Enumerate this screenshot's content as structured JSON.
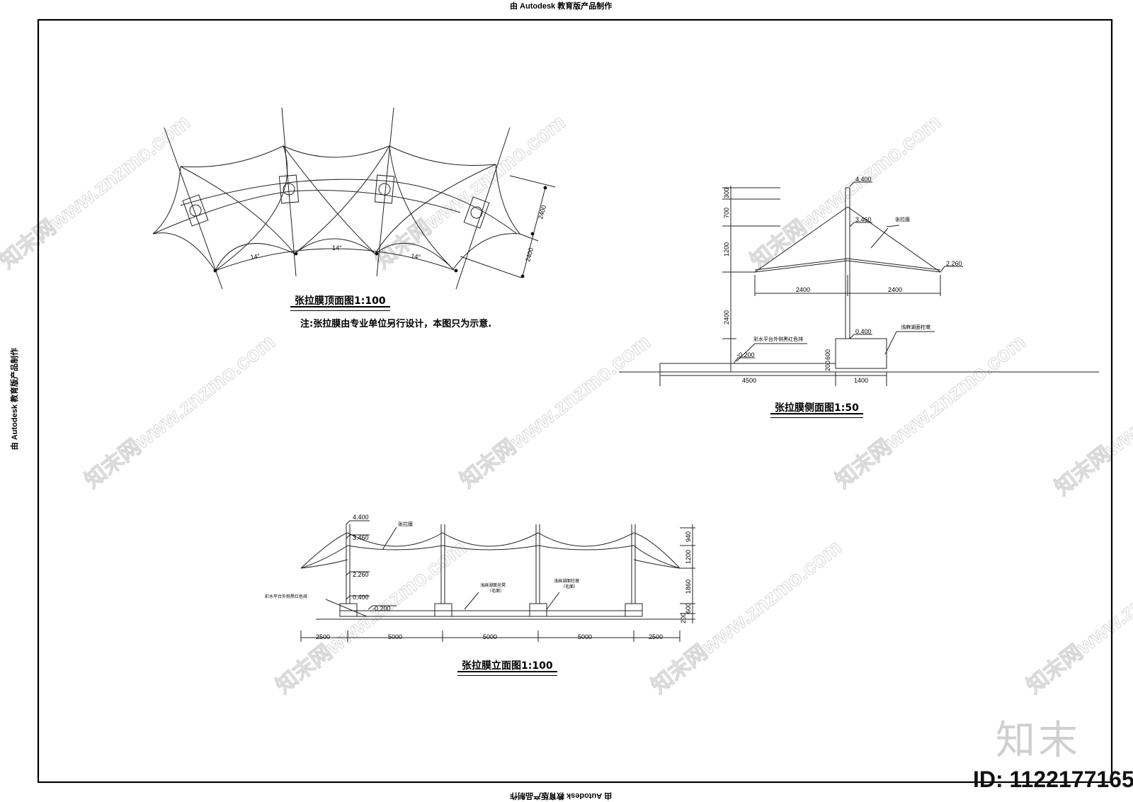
{
  "stamp": {
    "text": "由 Autodesk 教育版产品制作"
  },
  "plan": {
    "title": "张拉膜顶面图1:100",
    "note": "注:张拉膜由专业单位另行设计，本图只为示意.",
    "dims": {
      "span": "14°",
      "right1": "2400",
      "right2": "2400"
    }
  },
  "side": {
    "title": "张拉膜侧面图1:50",
    "elev_top": "4.400",
    "elev_mid": "3.460",
    "elev_edge": "2.260",
    "elev_base": "0.400",
    "elev_ground": "-0.200",
    "label_membrane": "张拉膜",
    "label_column": "浅麻湖面柱墩",
    "label_paving": "彩水平台外侧黑红色排",
    "v_dims": [
      "300",
      "700",
      "1200",
      "2400",
      "600",
      "200"
    ],
    "h_dims_top": [
      "2400",
      "2400"
    ],
    "h_dims_bottom": [
      "4500",
      "1400"
    ]
  },
  "elev": {
    "title": "张拉膜立面图1:100",
    "elev_top": "4.400",
    "elev_mid": "3.460",
    "elev_edge": "2.260",
    "elev_base": "0.400",
    "elev_ground": "-0.200",
    "label_membrane": "张拉膜",
    "label_paving": "彩水平台外侧黑红色排",
    "label_seat": "浅麻湖面坐凳",
    "label_seat_sub": "（毛面）",
    "label_column": "浅麻湖面柱墩",
    "label_column_sub": "（毛面）",
    "v_dims": [
      "940",
      "1200",
      "1860",
      "600",
      "200"
    ],
    "h_dims": [
      "2500",
      "5000",
      "5000",
      "5000",
      "2500"
    ]
  },
  "watermark": {
    "site": "知末网www.znzmo.com",
    "logo": "知末",
    "id": "ID: 1122177165"
  }
}
